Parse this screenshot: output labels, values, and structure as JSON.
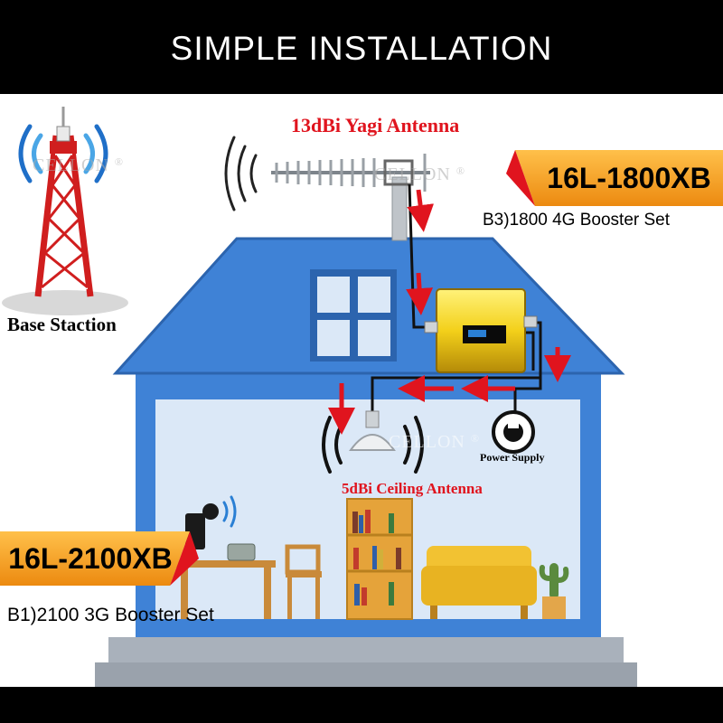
{
  "header": {
    "title": "SIMPLE INSTALLATION"
  },
  "labels": {
    "yagi_antenna": "13dBi Yagi Antenna",
    "base_station": "Base Staction",
    "ceiling_antenna": "5dBi Ceiling Antenna",
    "power_supply": "Power Supply"
  },
  "models": {
    "top": {
      "name": "16L-1800XB",
      "caption": "B3)1800 4G Booster Set"
    },
    "bottom": {
      "name": "16L-2100XB",
      "caption": "B1)2100 3G Booster Set"
    }
  },
  "watermark": {
    "text": "CELLON",
    "mark": "®"
  },
  "colors": {
    "accent_red": "#e0141e",
    "badge_orange": "#f6a21d",
    "roof_blue": "#3f82d6",
    "room_blue": "#dbe8f7",
    "booster_gold": "#f3d01a",
    "header_black": "#000000"
  }
}
